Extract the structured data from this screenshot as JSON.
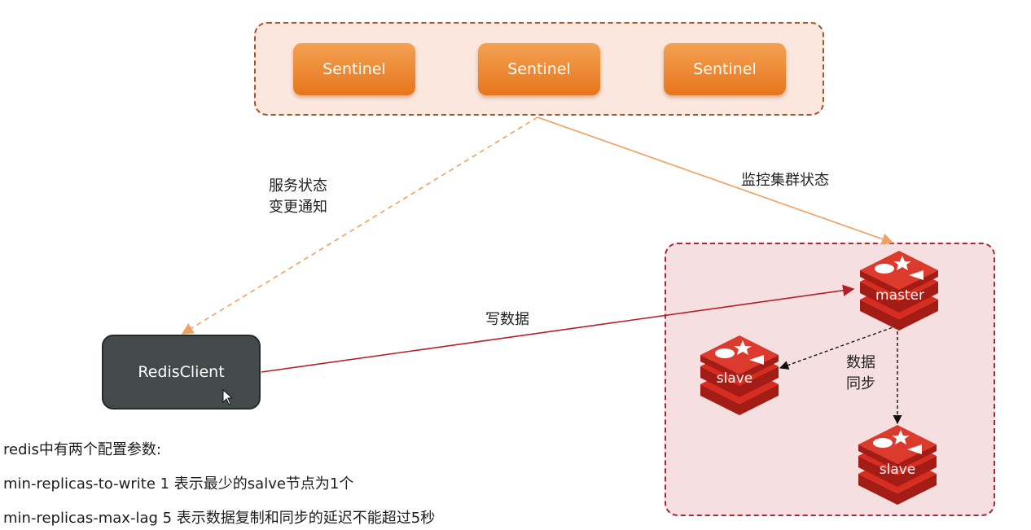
{
  "sentinels": [
    "Sentinel",
    "Sentinel",
    "Sentinel"
  ],
  "client": {
    "label": "RedisClient"
  },
  "nodes": {
    "master": "master",
    "slave_1": "slave",
    "slave_2": "slave"
  },
  "edges": {
    "notify": [
      "服务状态",
      "变更通知"
    ],
    "monitor": "监控集群状态",
    "write": "写数据",
    "sync": [
      "数据",
      "同步"
    ]
  },
  "notes": [
    "redis中有两个配置参数:",
    "min-replicas-to-write 1   表示最少的salve节点为1个",
    "min-replicas-max-lag 5  表示数据复制和同步的延迟不能超过5秒"
  ],
  "colors": {
    "sentinel_orange": "#e7751c",
    "redis_red": "#d82c20",
    "client_dark": "#434b4a",
    "arrow_orange": "#f0a060",
    "arrow_red": "#b41e28"
  }
}
